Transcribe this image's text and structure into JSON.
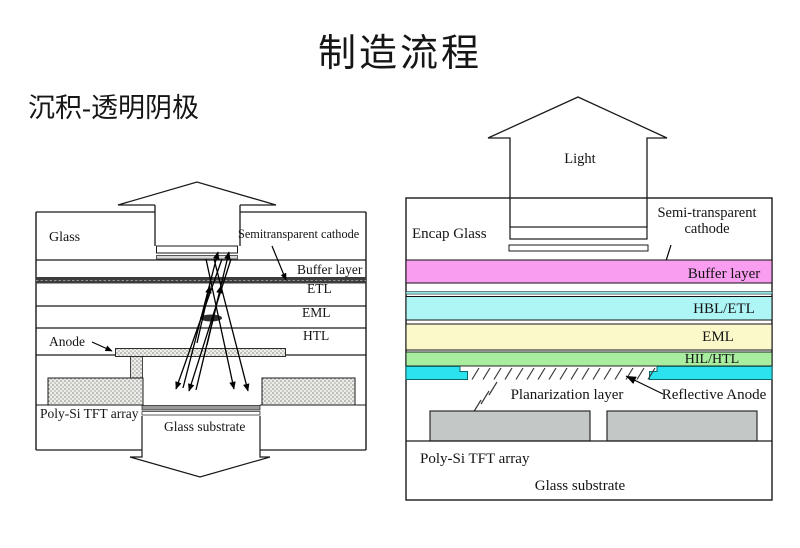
{
  "slide": {
    "title": "制造流程",
    "subtitle": "沉积-透明阴极"
  },
  "left_diagram": {
    "labels": {
      "glass": "Glass",
      "cathode": "Semitransparent cathode",
      "buffer": "Buffer layer",
      "etl": "ETL",
      "eml": "EML",
      "htl": "HTL",
      "anode": "Anode",
      "tft": "Poly-Si TFT array",
      "substrate": "Glass substrate"
    }
  },
  "right_diagram": {
    "labels": {
      "light": "Light",
      "encap": "Encap Glass",
      "cathode_line1": "Semi-transparent",
      "cathode_line2": "cathode",
      "buffer": "Buffer layer",
      "hbl_etl": "HBL/ETL",
      "eml": "EML",
      "hil_htl": "HIL/HTL",
      "planarization": "Planarization layer",
      "reflective_anode": "Reflective Anode",
      "tft": "Poly-Si TFT array",
      "substrate": "Glass substrate"
    },
    "colors": {
      "buffer": "#f99df0",
      "hbl_etl": "#aef5f6",
      "eml": "#fbf9c9",
      "hil_htl": "#a9eda1",
      "anode": "#2ce2ee",
      "cathode_strip": "#8feaea",
      "tft_block": "#c3c7c5"
    }
  }
}
